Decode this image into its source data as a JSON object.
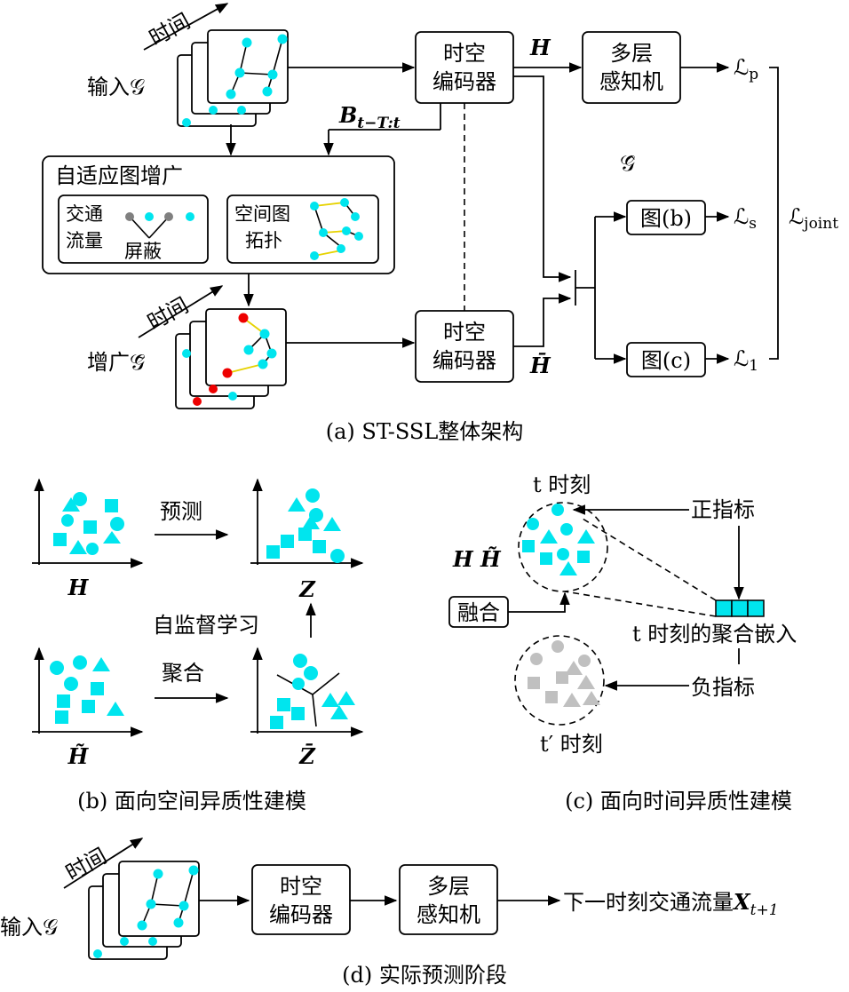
{
  "part_a": {
    "input_label": "输入𝒢",
    "time": "时间",
    "encoder_top": [
      "时空",
      "编码器"
    ],
    "mlp": [
      "多层",
      "感知机"
    ],
    "H": "H",
    "H_bar": "H̄",
    "B_label": "B",
    "B_sub": "t−T:t",
    "loss_p": "ℒ",
    "loss_p_sub": "p",
    "loss_s": "ℒ",
    "loss_s_sub": "s",
    "loss_1": "ℒ",
    "loss_1_sub": "1",
    "loss_joint": "ℒ",
    "loss_joint_sub": "joint",
    "g_hat": "𝒢̂",
    "fig_b": "图(b)",
    "fig_c": "图(c)",
    "aug_title": "自适应图增广",
    "traffic": [
      "交通",
      "流量"
    ],
    "mask": "屏蔽",
    "spatial": [
      "空间图",
      "拓扑"
    ],
    "aug_label": "增广𝒢̃",
    "encoder_bottom": [
      "时空",
      "编码器"
    ],
    "caption": "(a) ST-SSL整体架构"
  },
  "part_b": {
    "H": "H",
    "Z": "Z",
    "H_tilde": "H̃",
    "Z_bar": "Z̄",
    "predict": "预测",
    "self_sup": "自监督学习",
    "aggregate": "聚合",
    "caption": "(b) 面向空间异质性建模"
  },
  "part_c": {
    "t_time": "t 时刻",
    "positive": "正指标",
    "H_pair": "H H̃",
    "fuse": "融合",
    "t_agg": "t 时刻的聚合嵌入",
    "negative": "负指标",
    "t_prime": "t′ 时刻",
    "caption": "(c) 面向时间异质性建模"
  },
  "part_d": {
    "input_label": "输入𝒢",
    "time": "时间",
    "encoder": [
      "时空",
      "编码器"
    ],
    "mlp": [
      "多层",
      "感知机"
    ],
    "output": "下一时刻交通流量",
    "X": "X",
    "X_sub": "t+1",
    "caption": "(d) 实际预测阶段"
  },
  "colors": {
    "node": "#00e5ee",
    "masked": "#808080",
    "augmented": "#ee0000",
    "edge_added": "#e6d200",
    "negative_sample": "#c0c0c0"
  }
}
